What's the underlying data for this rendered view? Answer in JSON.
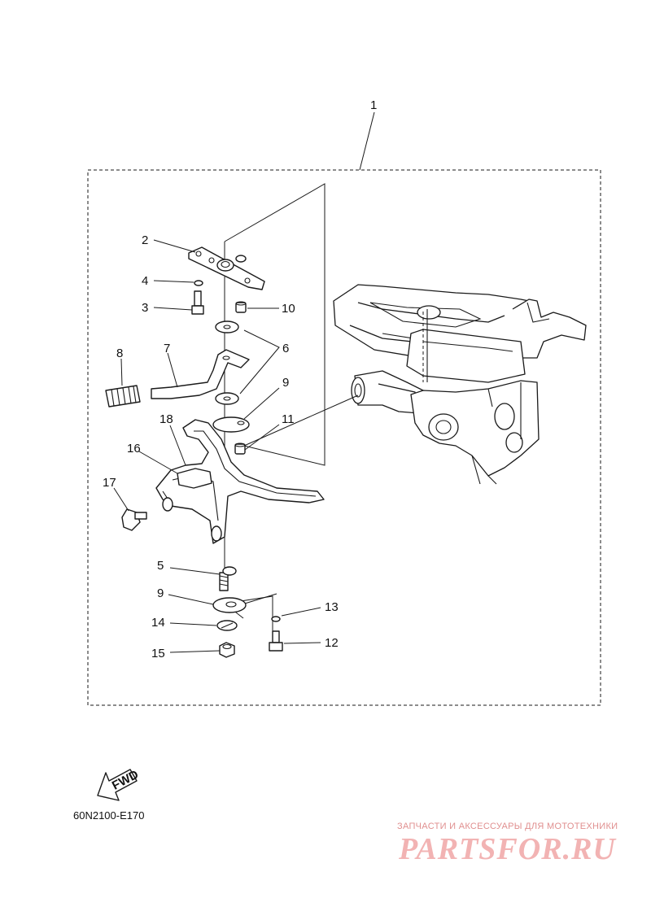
{
  "diagram": {
    "callouts": [
      {
        "number": "1"
      },
      {
        "number": "2"
      },
      {
        "number": "4"
      },
      {
        "number": "3"
      },
      {
        "number": "10"
      },
      {
        "number": "8"
      },
      {
        "number": "7"
      },
      {
        "number": "6"
      },
      {
        "number": "9"
      },
      {
        "number": "18"
      },
      {
        "number": "11"
      },
      {
        "number": "16"
      },
      {
        "number": "17"
      },
      {
        "number": "5"
      },
      {
        "number": "9"
      },
      {
        "number": "13"
      },
      {
        "number": "14"
      },
      {
        "number": "12"
      },
      {
        "number": "15"
      }
    ],
    "fwd_label": "FWD",
    "code": "60N2100-E170"
  },
  "watermark": {
    "tagline": "ЗАПЧАСТИ И АКСЕССУАРЫ ДЛЯ МОТОТЕХНИКИ",
    "brand": "PARTSFOR.RU",
    "color": "#f2b3b3"
  }
}
